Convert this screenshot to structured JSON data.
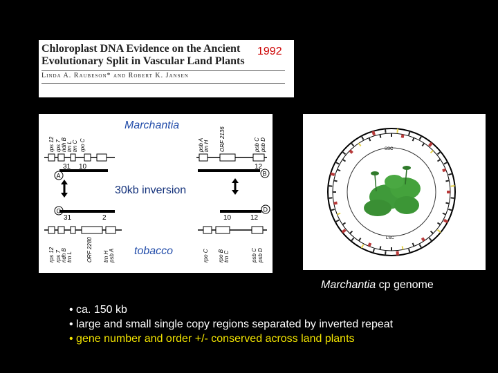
{
  "paper": {
    "title_line1": "Chloroplast DNA Evidence on the Ancient",
    "title_line2": "Evolutionary Split in Vascular Land Plants",
    "authors": "Linda A. Raubeson* and Robert K. Jansen",
    "year": "1992"
  },
  "gene_map": {
    "top_organism": "Marchantia",
    "bottom_organism": "tobacco",
    "event_label": "30kb inversion",
    "top_genes": [
      "rps 12",
      "rps 7",
      "ndh B",
      "trn L",
      "trn C",
      "rpo C",
      "psb A",
      "trn H",
      "ORF 2136",
      "psb C",
      "psb D"
    ],
    "bottom_genes": [
      "rps 12",
      "rps 7",
      "ndh B",
      "trn L",
      "ORF 2280",
      "trn H",
      "psb A",
      "rpo C",
      "rpo B",
      "trn C",
      "psb C",
      "psb D"
    ],
    "top_fragment_numbers": [
      "31",
      "10",
      "12"
    ],
    "bottom_fragment_numbers": [
      "31",
      "2",
      "10",
      "12"
    ],
    "junction_labels": [
      "A",
      "B",
      "C",
      "D"
    ]
  },
  "genome": {
    "caption_italic": "Marchantia",
    "caption_rest": " cp genome",
    "region_labels": [
      "SSC",
      "LSC"
    ]
  },
  "bullets": [
    {
      "text": "• ca. 150 kb",
      "color": "#ffffff"
    },
    {
      "text": "• large and small single copy regions separated by inverted repeat",
      "color": "#ffffff"
    },
    {
      "text": "• gene number and order +/- conserved across land plants",
      "color": "#f2e400"
    }
  ]
}
